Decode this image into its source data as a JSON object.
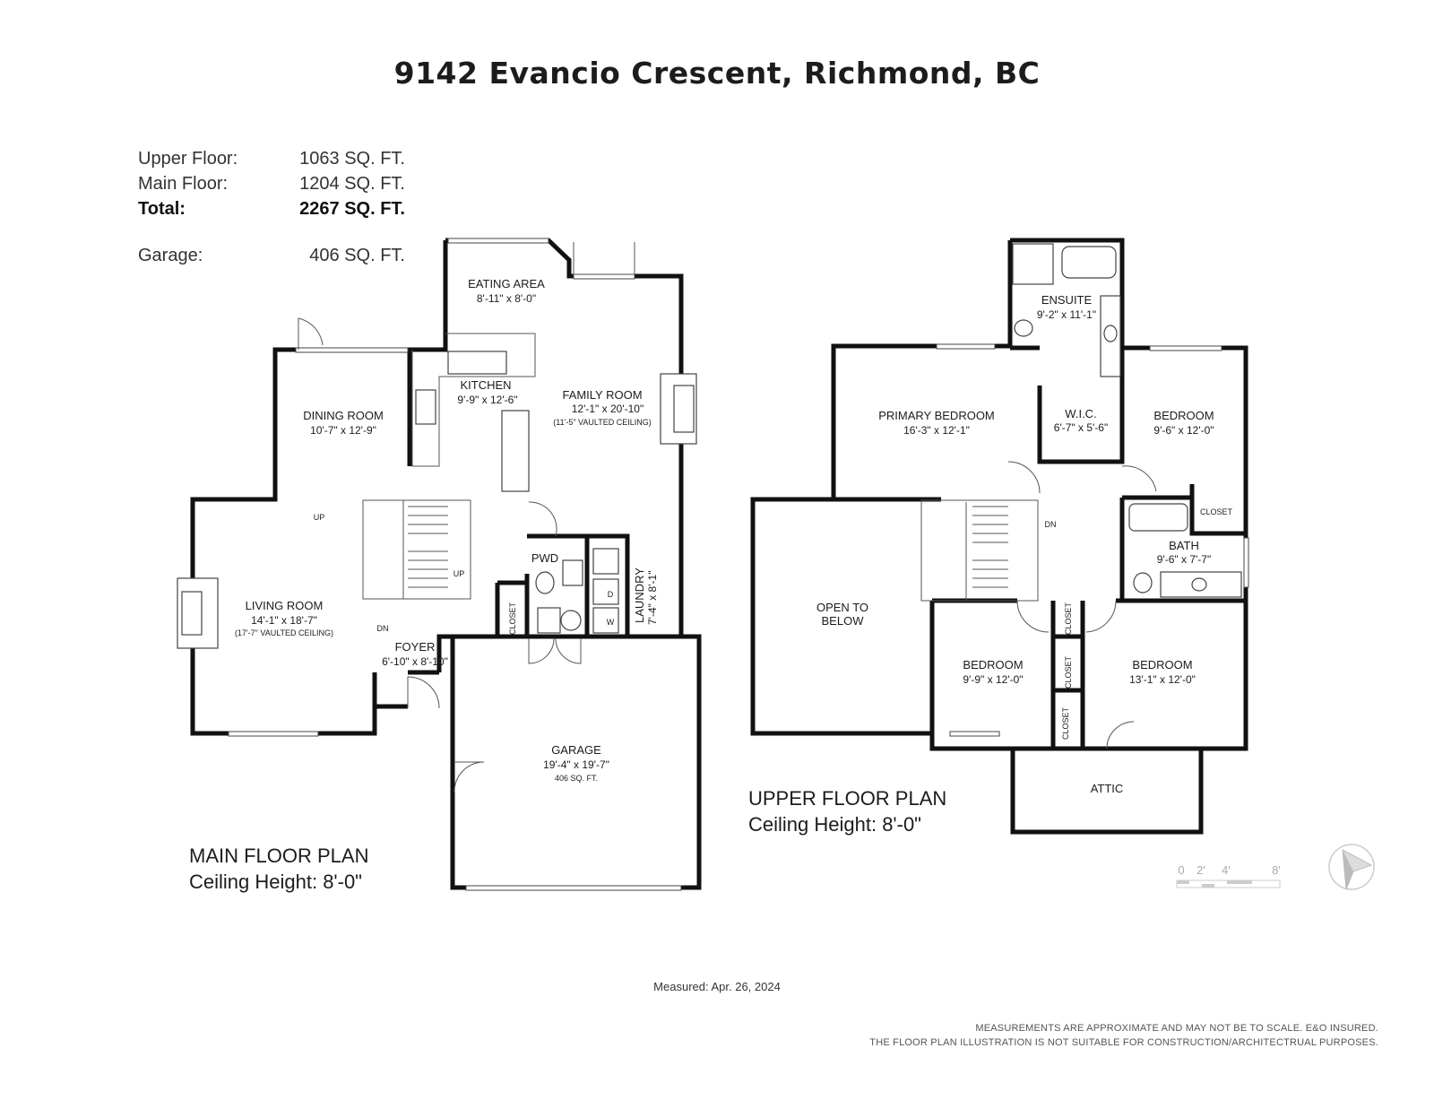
{
  "title": "9142 Evancio Crescent, Richmond, BC",
  "areas": {
    "upper": {
      "label": "Upper Floor:",
      "value": "1063 SQ. FT."
    },
    "main": {
      "label": "Main Floor:",
      "value": "1204 SQ. FT."
    },
    "total": {
      "label": "Total:",
      "value": "2267 SQ. FT."
    },
    "garage": {
      "label": "Garage:",
      "value": "406 SQ. FT."
    }
  },
  "main_plan": {
    "caption": "MAIN FLOOR PLAN",
    "ceiling": "Ceiling Height: 8'-0\"",
    "rooms": {
      "eating": {
        "name": "EATING AREA",
        "dim": "8'-11\" x 8'-0\""
      },
      "kitchen": {
        "name": "KITCHEN",
        "dim": "9'-9\" x 12'-6\""
      },
      "family": {
        "name": "FAMILY ROOM",
        "dim": "12'-1\" x 20'-10\"",
        "note": "(11'-5\" VAULTED CEILING)"
      },
      "dining": {
        "name": "DINING ROOM",
        "dim": "10'-7\" x 12'-9\""
      },
      "living": {
        "name": "LIVING ROOM",
        "dim": "14'-1\" x 18'-7\"",
        "note": "(17'-7\" VAULTED CEILING)"
      },
      "foyer": {
        "name": "FOYER",
        "dim": "6'-10\" x 8'-10\""
      },
      "pwd": {
        "name": "PWD"
      },
      "closet": {
        "name": "CLOSET"
      },
      "laundry": {
        "name": "LAUNDRY",
        "dim": "7'-4\" x 8'-1\""
      },
      "garage": {
        "name": "GARAGE",
        "dim": "19'-4\" x 19'-7\"",
        "note": "406 SQ. FT."
      }
    },
    "stair_labels": {
      "up1": "UP",
      "up2": "UP",
      "dn": "DN"
    },
    "appliance_labels": {
      "washer": "W",
      "dryer": "D"
    }
  },
  "upper_plan": {
    "caption": "UPPER FLOOR PLAN",
    "ceiling": "Ceiling Height: 8'-0\"",
    "rooms": {
      "ensuite": {
        "name": "ENSUITE",
        "dim": "9'-2\" x 11'-1\""
      },
      "primary": {
        "name": "PRIMARY BEDROOM",
        "dim": "16'-3\" x 12'-1\""
      },
      "wic": {
        "name": "W.I.C.",
        "dim": "6'-7\" x 5'-6\""
      },
      "bed_ne": {
        "name": "BEDROOM",
        "dim": "9'-6\" x 12'-0\""
      },
      "closet_ne": {
        "name": "CLOSET"
      },
      "bath": {
        "name": "BATH",
        "dim": "9'-6\" x 7'-7\""
      },
      "open": {
        "line1": "OPEN TO",
        "line2": "BELOW"
      },
      "bed_sw": {
        "name": "BEDROOM",
        "dim": "9'-9\" x 12'-0\""
      },
      "bed_se": {
        "name": "BEDROOM",
        "dim": "13'-1\" x 12'-0\""
      },
      "closet_a": {
        "name": "CLOSET"
      },
      "closet_b": {
        "name": "CLOSET"
      },
      "closet_c": {
        "name": "CLOSET"
      },
      "attic": {
        "name": "ATTIC"
      }
    },
    "stair_label": "DN"
  },
  "scale_labels": [
    "0",
    "2'",
    "4'",
    "8'"
  ],
  "measured": "Measured: Apr. 26, 2024",
  "disclaimer": {
    "line1": "MEASUREMENTS ARE APPROXIMATE AND MAY NOT BE TO SCALE. E&O INSURED.",
    "line2": "THE FLOOR PLAN ILLUSTRATION IS NOT SUITABLE FOR CONSTRUCTION/ARCHITECTRUAL PURPOSES."
  }
}
